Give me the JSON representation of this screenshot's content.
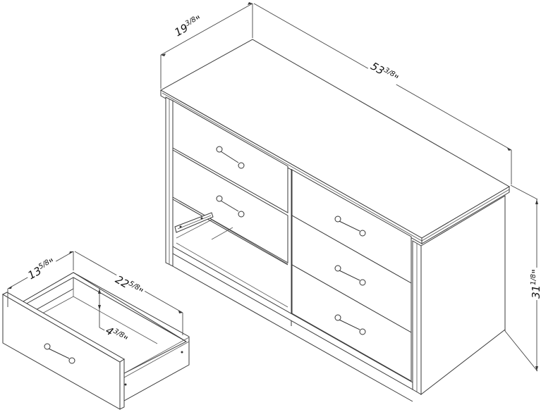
{
  "diagram": {
    "subject": "Six-drawer double dresser with one drawer removed",
    "line_color": "#3a3a3a",
    "background": "#ffffff"
  },
  "dimensions": {
    "dresser_depth": {
      "whole": "19",
      "fraction": "3/8",
      "unit": "\"",
      "text": "19 3/8\""
    },
    "dresser_width": {
      "whole": "53",
      "fraction": "3/8",
      "unit": "\"",
      "text": "53 3/8\""
    },
    "dresser_height": {
      "whole": "31",
      "fraction": "1/8",
      "unit": "\"",
      "text": "31 1/8\""
    },
    "drawer_width": {
      "whole": "13",
      "fraction": "5/8",
      "unit": "\"",
      "text": "13 5/8\""
    },
    "drawer_depth": {
      "whole": "22",
      "fraction": "5/8",
      "unit": "\"",
      "text": "22 5/8\""
    },
    "drawer_height": {
      "whole": "4",
      "fraction": "3/8",
      "unit": "\"",
      "text": "4 3/8\""
    }
  },
  "parts": {
    "left_column_drawers": 2,
    "right_column_drawers": 3,
    "removed_drawer_count": 1,
    "handle_icon": "bar-pull-handle-icon"
  }
}
